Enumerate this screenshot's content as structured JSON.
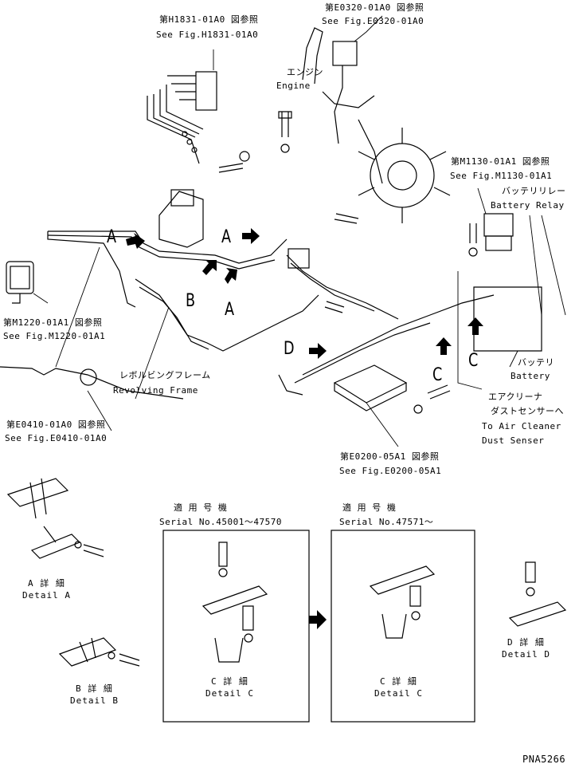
{
  "refs": {
    "h1831": {
      "jp": "第H1831-01A0 図参照",
      "en": "See Fig.H1831-01A0"
    },
    "e0320": {
      "jp": "第E0320-01A0 図参照",
      "en": "See Fig.E0320-01A0"
    },
    "m1130": {
      "jp": "第M1130-01A1 図参照",
      "en": "See Fig.M1130-01A1"
    },
    "m1220": {
      "jp": "第M1220-01A1 図参照",
      "en": "See Fig.M1220-01A1"
    },
    "e0410": {
      "jp": "第E0410-01A0 図参照",
      "en": "See Fig.E0410-01A0"
    },
    "e0200": {
      "jp": "第E0200-05A1 図参照",
      "en": "See Fig.E0200-05A1"
    }
  },
  "parts": {
    "engine": {
      "jp": "エンジン",
      "en": "Engine"
    },
    "battery_relay": {
      "jp": "バッテリリレー",
      "en": "Battery Relay"
    },
    "battery": {
      "jp": "バッテリ",
      "en": "Battery"
    },
    "revolving_frame": {
      "jp": "レボルビングフレーム",
      "en": "Revolving Frame"
    },
    "air_cleaner": {
      "jp1": "エアクリーナ",
      "jp2": "ダストセンサーへ",
      "en1": "To Air Cleaner",
      "en2": "Dust Senser"
    }
  },
  "callouts": {
    "a": "A",
    "b": "B",
    "c": "C",
    "d": "D"
  },
  "details": {
    "a": {
      "jp": "A 詳 細",
      "en": "Detail A"
    },
    "b": {
      "jp": "B 詳 細",
      "en": "Detail B"
    },
    "c": {
      "jp": "C 詳 細",
      "en": "Detail C"
    },
    "d": {
      "jp": "D 詳 細",
      "en": "Detail D"
    }
  },
  "serials": {
    "left": {
      "jp": "適 用 号 機",
      "en": "Serial No.45001～47570"
    },
    "right": {
      "jp": "適 用 号 機",
      "en": "Serial No.47571～"
    }
  },
  "code": "PNA5266"
}
